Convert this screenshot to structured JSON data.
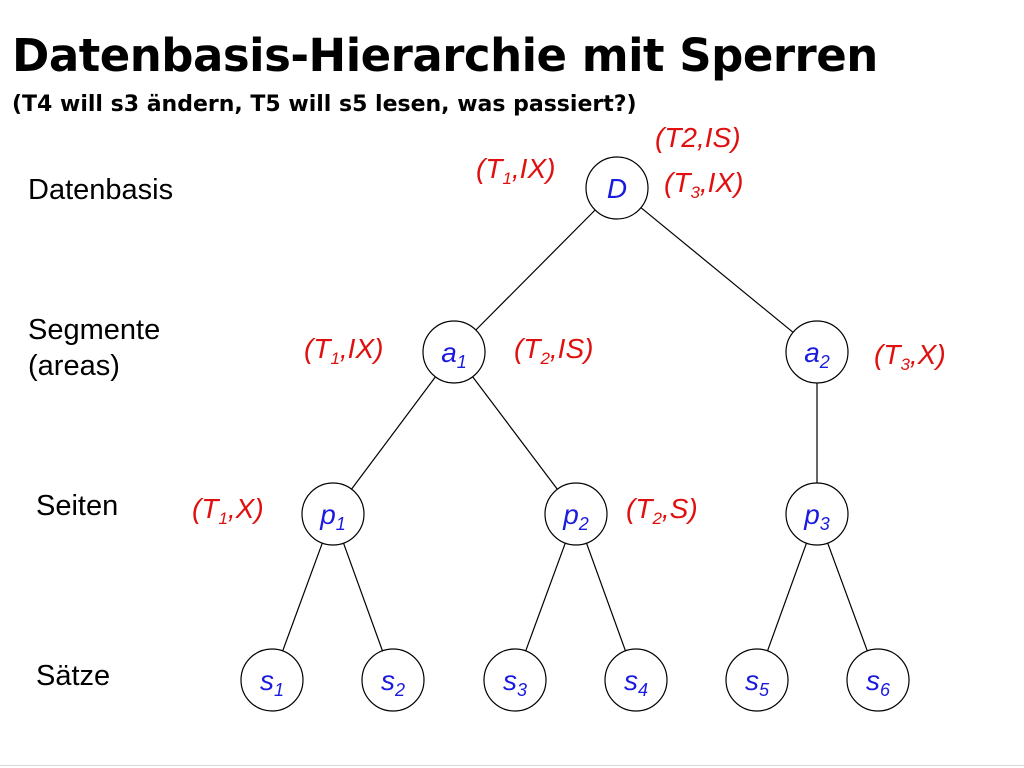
{
  "header": {
    "title": "Datenbasis-Hierarchie mit Sperren",
    "subtitle": "(T4 will s3 ändern, T5 will s5 lesen, was passiert?)"
  },
  "levels": {
    "database": "Datenbasis",
    "segments_line1": "Segmente",
    "segments_line2": "(areas)",
    "pages": "Seiten",
    "records": "Sätze"
  },
  "colors": {
    "node_label": "#1a1ae0",
    "lock_label": "#e01010",
    "edge": "#000000",
    "node_fill": "#ffffff",
    "text": "#000000"
  },
  "nodes": [
    {
      "id": "D",
      "base": "D",
      "sub": ""
    },
    {
      "id": "a1",
      "base": "a",
      "sub": "1"
    },
    {
      "id": "a2",
      "base": "a",
      "sub": "2"
    },
    {
      "id": "p1",
      "base": "p",
      "sub": "1"
    },
    {
      "id": "p2",
      "base": "p",
      "sub": "2"
    },
    {
      "id": "p3",
      "base": "p",
      "sub": "3"
    },
    {
      "id": "s1",
      "base": "s",
      "sub": "1"
    },
    {
      "id": "s2",
      "base": "s",
      "sub": "2"
    },
    {
      "id": "s3",
      "base": "s",
      "sub": "3"
    },
    {
      "id": "s4",
      "base": "s",
      "sub": "4"
    },
    {
      "id": "s5",
      "base": "s",
      "sub": "5"
    },
    {
      "id": "s6",
      "base": "s",
      "sub": "6"
    }
  ],
  "edges": [
    [
      "D",
      "a1"
    ],
    [
      "D",
      "a2"
    ],
    [
      "a1",
      "p1"
    ],
    [
      "a1",
      "p2"
    ],
    [
      "a2",
      "p3"
    ],
    [
      "p1",
      "s1"
    ],
    [
      "p1",
      "s2"
    ],
    [
      "p2",
      "s3"
    ],
    [
      "p2",
      "s4"
    ],
    [
      "p3",
      "s5"
    ],
    [
      "p3",
      "s6"
    ]
  ],
  "locks": [
    {
      "id": "lock-D-T2",
      "node": "D",
      "text": "(T2,IS)",
      "transaction": "",
      "mode": ""
    },
    {
      "id": "lock-D-T1",
      "node": "D",
      "text": "",
      "transaction": "1",
      "mode": "IX"
    },
    {
      "id": "lock-D-T3",
      "node": "D",
      "text": "",
      "transaction": "3",
      "mode": "IX"
    },
    {
      "id": "lock-a1-T1",
      "node": "a1",
      "text": "",
      "transaction": "1",
      "mode": "IX"
    },
    {
      "id": "lock-a1-T2",
      "node": "a1",
      "text": "",
      "transaction": "2",
      "mode": "IS"
    },
    {
      "id": "lock-a2-T3",
      "node": "a2",
      "text": "",
      "transaction": "3",
      "mode": "X"
    },
    {
      "id": "lock-p1-T1",
      "node": "p1",
      "text": "",
      "transaction": "1",
      "mode": "X"
    },
    {
      "id": "lock-p2-T2",
      "node": "p2",
      "text": "",
      "transaction": "2",
      "mode": "S"
    }
  ]
}
